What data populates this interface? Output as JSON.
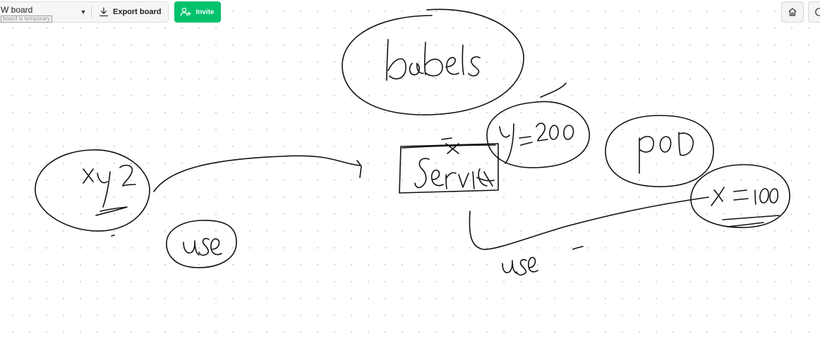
{
  "toolbar": {
    "board_name": "W board",
    "board_subtitle": "board is temporary",
    "export_label": "Export board",
    "invite_label": "Invite"
  },
  "right_toolbar": {
    "home_icon": "home-icon",
    "help_icon": "help-circle-icon"
  },
  "canvas": {
    "sketch_words": [
      "labels",
      "xyz",
      "use",
      "Service",
      "y=200",
      "pod",
      "x=100",
      "use",
      "x"
    ]
  },
  "colors": {
    "accent": "#00c16c",
    "ink": "#111111",
    "dot_grid": "#d4d4d4"
  }
}
